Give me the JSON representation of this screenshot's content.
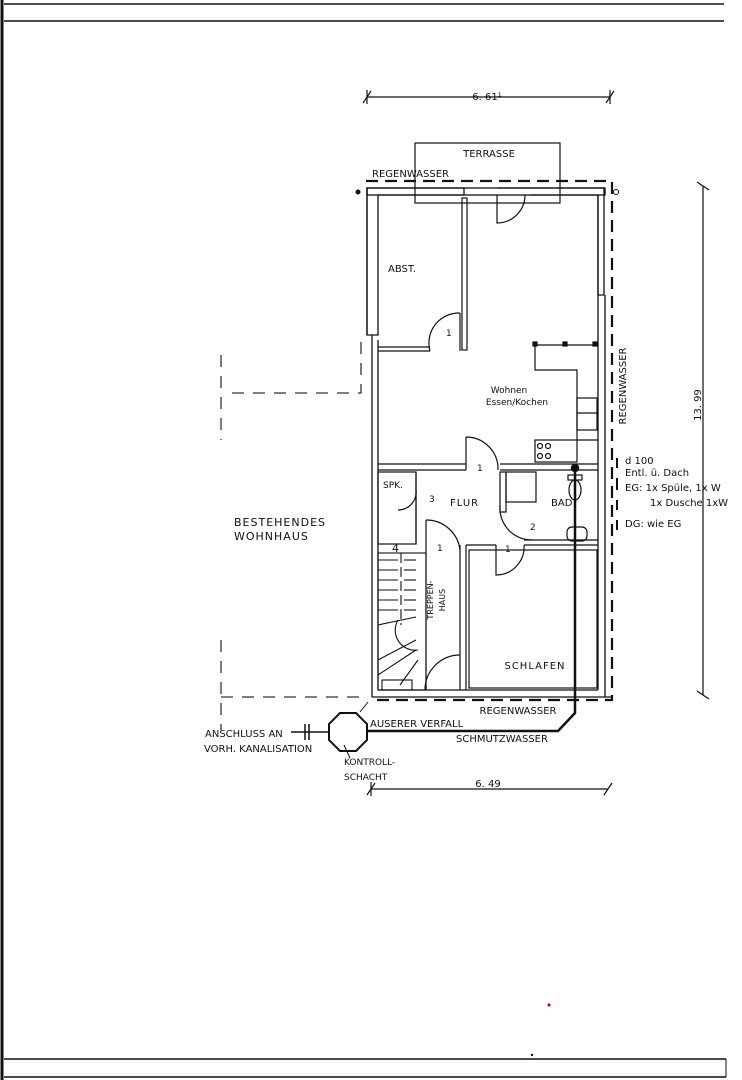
{
  "page": {
    "title": "Grundriss Erdgeschoss"
  },
  "dimensions": {
    "top_width": "6. 61¹",
    "bottom_width": "6. 49",
    "right_height": "13. 99"
  },
  "rooms": {
    "terrace": "TERRASSE",
    "abst": "ABST.",
    "living_line1": "Wohnen",
    "living_line2": "Essen/Kochen",
    "spk": "SPK.",
    "flur": "FLUR",
    "bad": "BAD",
    "stair_line1": "TREPPEN-",
    "stair_line2": "HAUS",
    "schlafen": "SCHLAFEN"
  },
  "door_numbers": {
    "abst_door": "1",
    "flur_top": "1",
    "spk_door": "3",
    "bad_door": "2",
    "stair_door": "1",
    "schlafen_door": "1",
    "stair_mark": "4"
  },
  "drainage": {
    "rain_top": "REGENWASSER",
    "rain_right": "REGENWASSER",
    "rain_bottom": "REGENWASSER",
    "outer_fall": "AUSERER VERFALL",
    "sewage": "SCHMUTZWASSER",
    "connection_line1": "ANSCHLUSS AN",
    "connection_line2": "VORH. KANALISATION",
    "manhole_line1": "KONTROLL-",
    "manhole_line2": "SCHACHT"
  },
  "notes": {
    "pipe": "d 100",
    "drain": "Entl. ü. Dach",
    "eg_line1": "EG: 1x Spüle, 1x W",
    "eg_line2": "1x Dusche  1xW",
    "dg": "DG: wie EG"
  },
  "existing_house": {
    "line1": "BESTEHENDES",
    "line2": "WOHNHAUS"
  }
}
